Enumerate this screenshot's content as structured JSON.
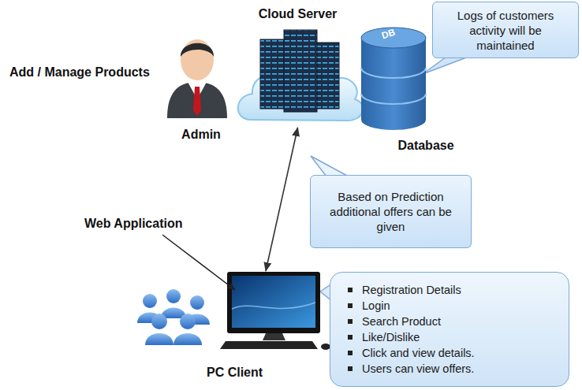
{
  "diagram": {
    "nodes": [
      {
        "text": [
          "Cloud Server"
        ]
      },
      {
        "text": [
          "Logs of customers activity will be maintained"
        ]
      },
      {
        "text": [
          "Admin"
        ]
      },
      {
        "text": [
          "Database"
        ]
      },
      {
        "text": [
          "Based on Prediction additional offers can be given"
        ]
      },
      {
        "text": [
          "PC Client"
        ]
      },
      {
        "text": [
          "Registration Details",
          "Login",
          "Search Product",
          "Like/Dislike",
          "Click and view details.",
          "Users can view offers."
        ]
      }
    ],
    "edges": [
      {
        "from": 0,
        "to": 5,
        "arrow": "both"
      }
    ],
    "labels": [
      "DB",
      "Add / Manage Products",
      "Web Application"
    ]
  }
}
